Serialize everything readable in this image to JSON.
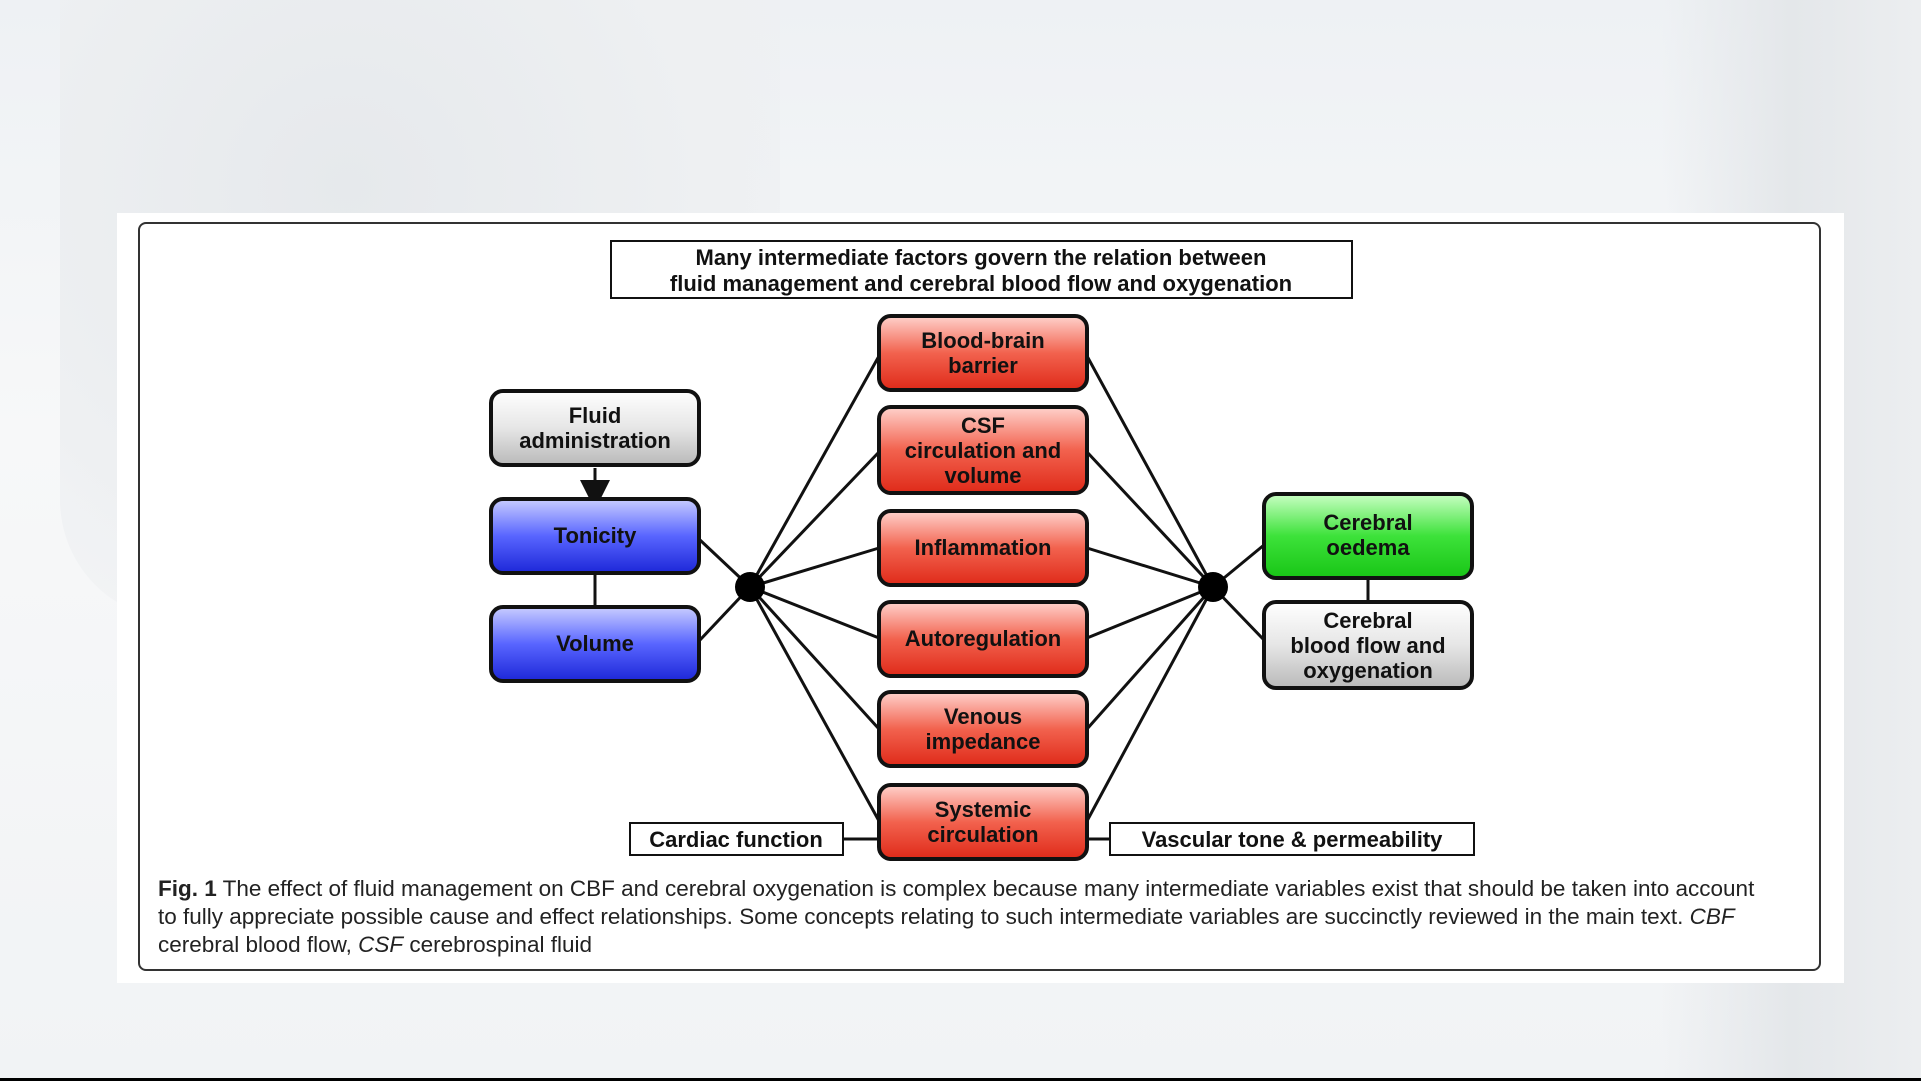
{
  "figure": {
    "title_lines": [
      "Many intermediate factors govern the relation between",
      "fluid management and cerebral blood flow and oxygenation"
    ],
    "left_nodes": {
      "fluid_administration": [
        "Fluid",
        "administration"
      ],
      "tonicity": [
        "Tonicity"
      ],
      "volume": [
        "Volume"
      ]
    },
    "middle_nodes": [
      [
        "Blood-brain",
        "barrier"
      ],
      [
        "CSF",
        "circulation and",
        "volume"
      ],
      [
        "Inflammation"
      ],
      [
        "Autoregulation"
      ],
      [
        "Venous",
        "impedance"
      ],
      [
        "Systemic",
        "circulation"
      ]
    ],
    "right_nodes": {
      "cerebral_oedema": [
        "Cerebral",
        "oedema"
      ],
      "cerebral_blood_flow": [
        "Cerebral",
        "blood flow and",
        "oxygenation"
      ]
    },
    "side_labels": {
      "cardiac_function": "Cardiac function",
      "vascular_tone": "Vascular tone & permeability"
    },
    "colors": {
      "gray_node": "#d6d6d6",
      "blue_node": "#2f3cf2",
      "red_node": "#ef3b2c",
      "green_node": "#22d320",
      "hub": "#000000"
    }
  },
  "caption": {
    "label": "Fig. 1",
    "text_1": " The effect of fluid management on CBF and cerebral oxygenation is complex because many intermediate variables exist that should be taken into account to fully appreciate possible cause and effect relationships. Some concepts relating to such intermediate variables are succinctly reviewed in the main text. ",
    "abbr_1": "CBF",
    "text_2": " cerebral blood flow, ",
    "abbr_2": "CSF",
    "text_3": " cerebrospinal fluid"
  }
}
